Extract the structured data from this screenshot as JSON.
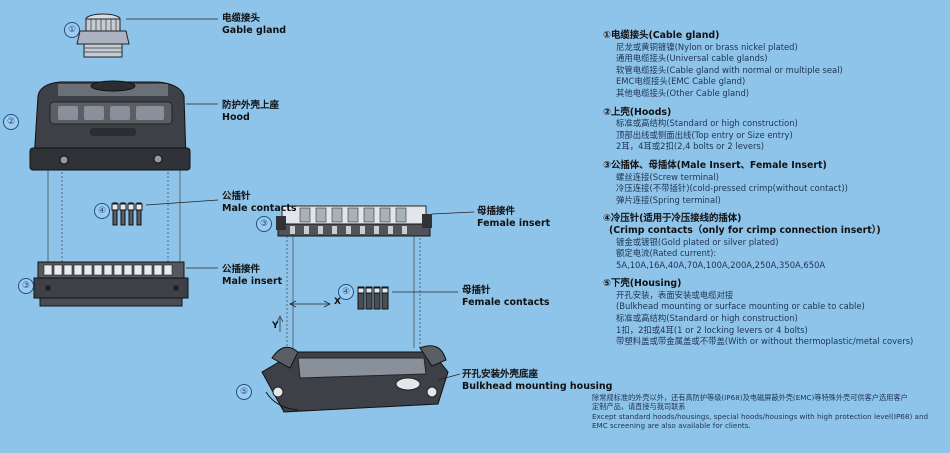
{
  "diagram": {
    "numbers": [
      "①",
      "②",
      "③",
      "④",
      "③",
      "④",
      "⑤"
    ],
    "labels": {
      "gland_zh": "电缆接头",
      "gland_en": "Gable gland",
      "hood_zh": "防护外壳上座",
      "hood_en": "Hood",
      "male_contacts_zh": "公插针",
      "male_contacts_en": "Male contacts",
      "male_insert_zh": "公插接件",
      "male_insert_en": "Male insert",
      "female_insert_zh": "母插接件",
      "female_insert_en": "Female insert",
      "female_contacts_zh": "母插针",
      "female_contacts_en": "Female contacts",
      "housing_zh": "开孔安装外壳底座",
      "housing_en": "Bulkhead mounting housing",
      "dim_x": "X",
      "dim_y": "Y"
    }
  },
  "specs": [
    {
      "title": "①电缆接头(Cable gland)",
      "items": [
        "尼龙或黄铜镀镍(Nylon or brass nickel plated)",
        "通用电缆接头(Universal cable glands)",
        "软管电缆接头(Cable gland with normal or multiple seal)",
        "EMC电缆接头(EMC Cable gland)",
        "其他电缆接头(Other Cable gland)"
      ]
    },
    {
      "title": "②上壳(Hoods)",
      "items": [
        "标准或高结构(Standard or high construction)",
        "顶部出线或侧面出线(Top entry or Size entry)",
        "2耳，4耳或2扣(2,4 bolts or 2 levers)"
      ]
    },
    {
      "title": "③公插体、母插体(Male Insert、Female Insert)",
      "items": [
        "螺丝连接(Screw terminal)",
        "冷压连接(不带插针)(cold-pressed crimp(without contact))",
        "弹片连接(Spring terminal)"
      ]
    },
    {
      "title": "④冷压针(适用于冷压接线的插体)",
      "title2": "(Crimp contacts（only for crimp connection insert）)",
      "items": [
        "镀金或镀银(Gold plated or silver plated)",
        "额定电流(Rated current):",
        "5A,10A,16A,40A,70A,100A,200A,250A,350A,650A"
      ]
    },
    {
      "title": "⑤下壳(Housing)",
      "items": [
        "开孔安装，表面安装或电缆对接",
        "(Bulkhead mounting or surface mounting or cable to cable)",
        "标准或高结构(Standard or high construction)",
        "1扣，2扣或4耳(1 or 2 locking levers or 4 bolts)",
        "带塑料盖或带金属盖或不带盖(With or without thermoplastic/metal covers)"
      ]
    }
  ],
  "note": [
    "除常规标准的外壳以外，还有高防护等级(IP68)及电磁屏蔽外壳(EMC)等特殊外壳可供客户选用客户",
    "定制产品，请直接与我司联系",
    "Except standard hoods/housings, special hoods/housings with high protection level(IP68) and",
    "EMC screening are also available for clients."
  ]
}
